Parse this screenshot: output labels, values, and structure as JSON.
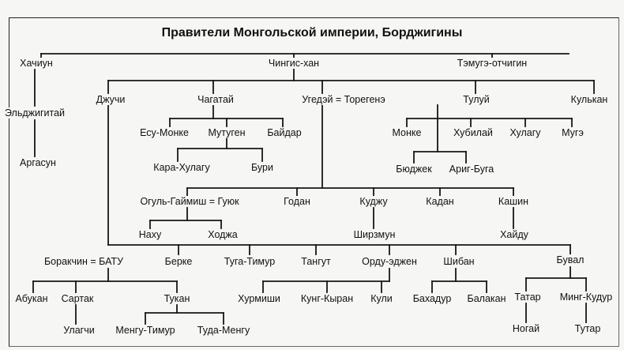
{
  "title": "Правители Монгольской империи, Борджигины",
  "names": {
    "khachiun": "Хачиун",
    "chingis": "Чингис-хан",
    "temuge": "Тэмугэ-отчигин",
    "eldzhigitai": "Эльджигитай",
    "argasun": "Аргасун",
    "dzhuchi": "Джучи",
    "chagatai": "Чагатай",
    "ugedei": "Угедэй = Торегенэ",
    "tului": "Тулуй",
    "kulkan": "Кулькан",
    "esu_monke": "Есу-Монке",
    "mutugen": "Мутуген",
    "baidar": "Байдар",
    "monke": "Монке",
    "khubilai": "Хубилай",
    "khulagu": "Хулагу",
    "muge": "Мугэ",
    "kara_khulagu": "Кара-Хулагу",
    "buri": "Бури",
    "byudzhek": "Бюджек",
    "arig_buga": "Ариг-Буга",
    "ogul": "Огуль-Гаймиш = Гуюк",
    "godan": "Годан",
    "kudzhu": "Куджу",
    "kadan": "Кадан",
    "kashin": "Кашин",
    "nakhu": "Наху",
    "khodzha": "Ходжа",
    "shirzmun": "Ширзмун",
    "khaidu": "Хайду",
    "borakchin": "Боракчин = БАТУ",
    "berke": "Берке",
    "tuga_timur": "Туга-Тимур",
    "tangut": "Тангут",
    "ordu": "Орду-эджен",
    "shiban": "Шибан",
    "buval": "Бувал",
    "abukan": "Абукан",
    "sartak": "Сартак",
    "tukan": "Тукан",
    "khurmishi": "Хурмиши",
    "kung_kyran": "Кунг-Кыран",
    "kuli": "Кули",
    "bakhadur": "Бахадур",
    "balakan": "Балакан",
    "tatar": "Татар",
    "ming_kudur": "Минг-Кудур",
    "ulagchi": "Улагчи",
    "mengu_timur": "Менгу-Тимур",
    "tuda_mengu": "Туда-Менгу",
    "nogai": "Ногай",
    "tutar": "Тутар"
  }
}
